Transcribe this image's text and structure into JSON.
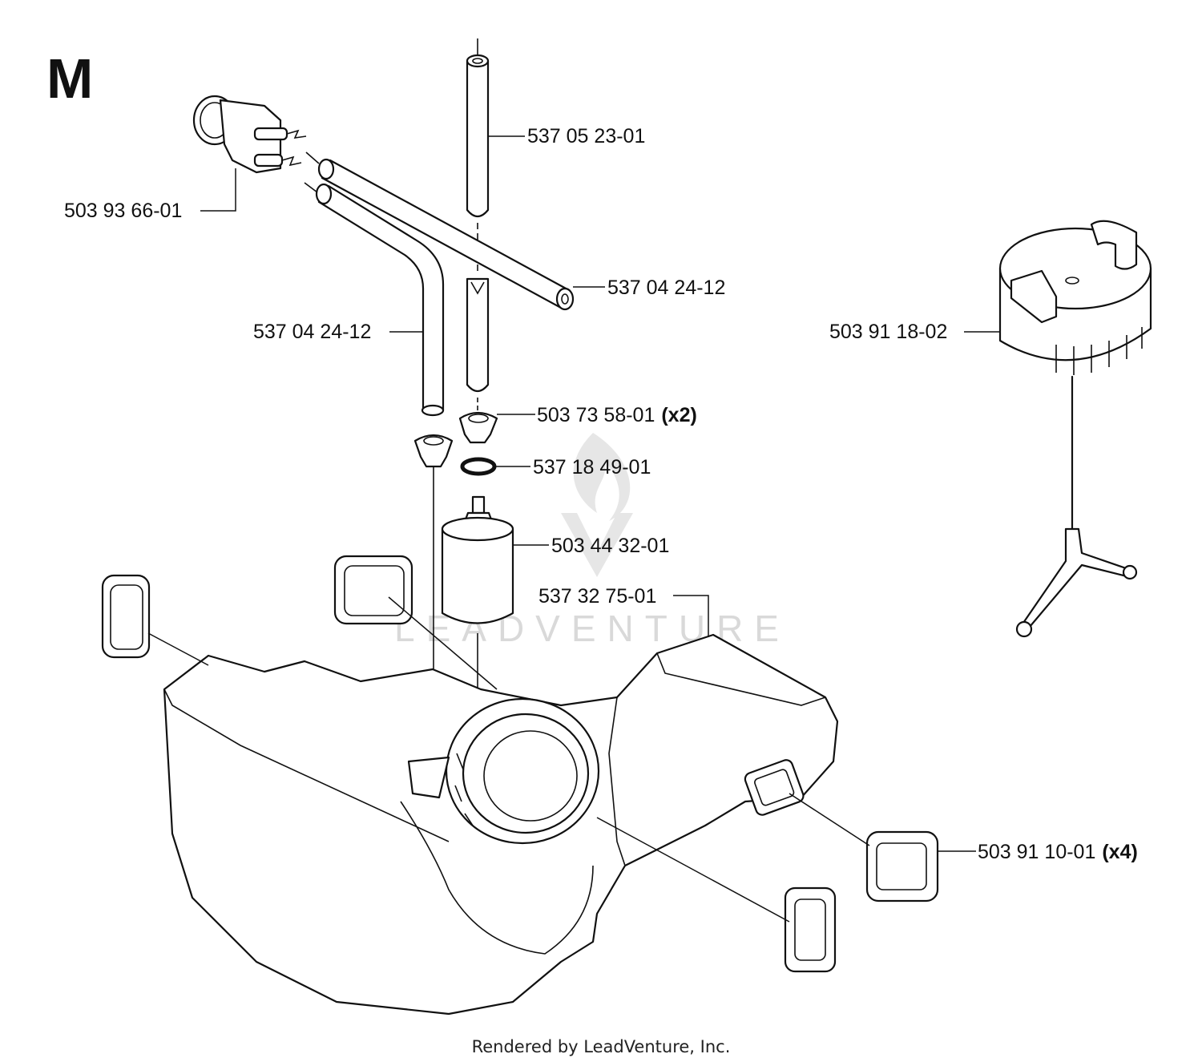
{
  "section_letter": "M",
  "watermark": "LEADVENTURE",
  "footer": "Rendered by LeadVenture, Inc.",
  "parts": [
    {
      "id": "fuel-hose-vertical",
      "number": "537 05 23-01",
      "qty": ""
    },
    {
      "id": "fuel-pump-primer",
      "number": "503 93 66-01",
      "qty": ""
    },
    {
      "id": "fuel-hose-upper",
      "number": "537 04 24-12",
      "qty": ""
    },
    {
      "id": "fuel-hose-left",
      "number": "537 04 24-12",
      "qty": ""
    },
    {
      "id": "grommet",
      "number": "503 73 58-01",
      "qty": "(x2)"
    },
    {
      "id": "o-ring",
      "number": "537 18 49-01",
      "qty": ""
    },
    {
      "id": "fuel-filter",
      "number": "503 44 32-01",
      "qty": ""
    },
    {
      "id": "fuel-tank",
      "number": "537 32 75-01",
      "qty": ""
    },
    {
      "id": "fuel-cap",
      "number": "503 91 18-02",
      "qty": ""
    },
    {
      "id": "vibration-damper",
      "number": "503 91 10-01",
      "qty": "(x4)"
    }
  ]
}
